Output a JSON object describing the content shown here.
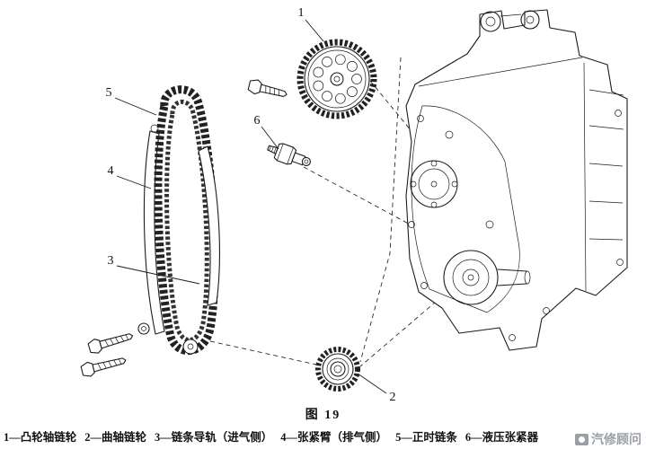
{
  "figure": {
    "caption": "图 19"
  },
  "callouts": {
    "c1": "1",
    "c2": "2",
    "c3": "3",
    "c4": "4",
    "c5": "5",
    "c6": "6"
  },
  "legend": {
    "items": [
      "1—凸轮轴链轮",
      "2—曲轴链轮",
      "3—链条导轨（进气侧）",
      "4—张紧臂（排气侧）",
      "5—正时链条",
      "6—液压张紧器"
    ]
  },
  "watermark": {
    "text": "汽修顾问"
  },
  "colors": {
    "line": "#1c1c1c",
    "watermark_gray": "#9aa0a6",
    "background": "#ffffff"
  }
}
